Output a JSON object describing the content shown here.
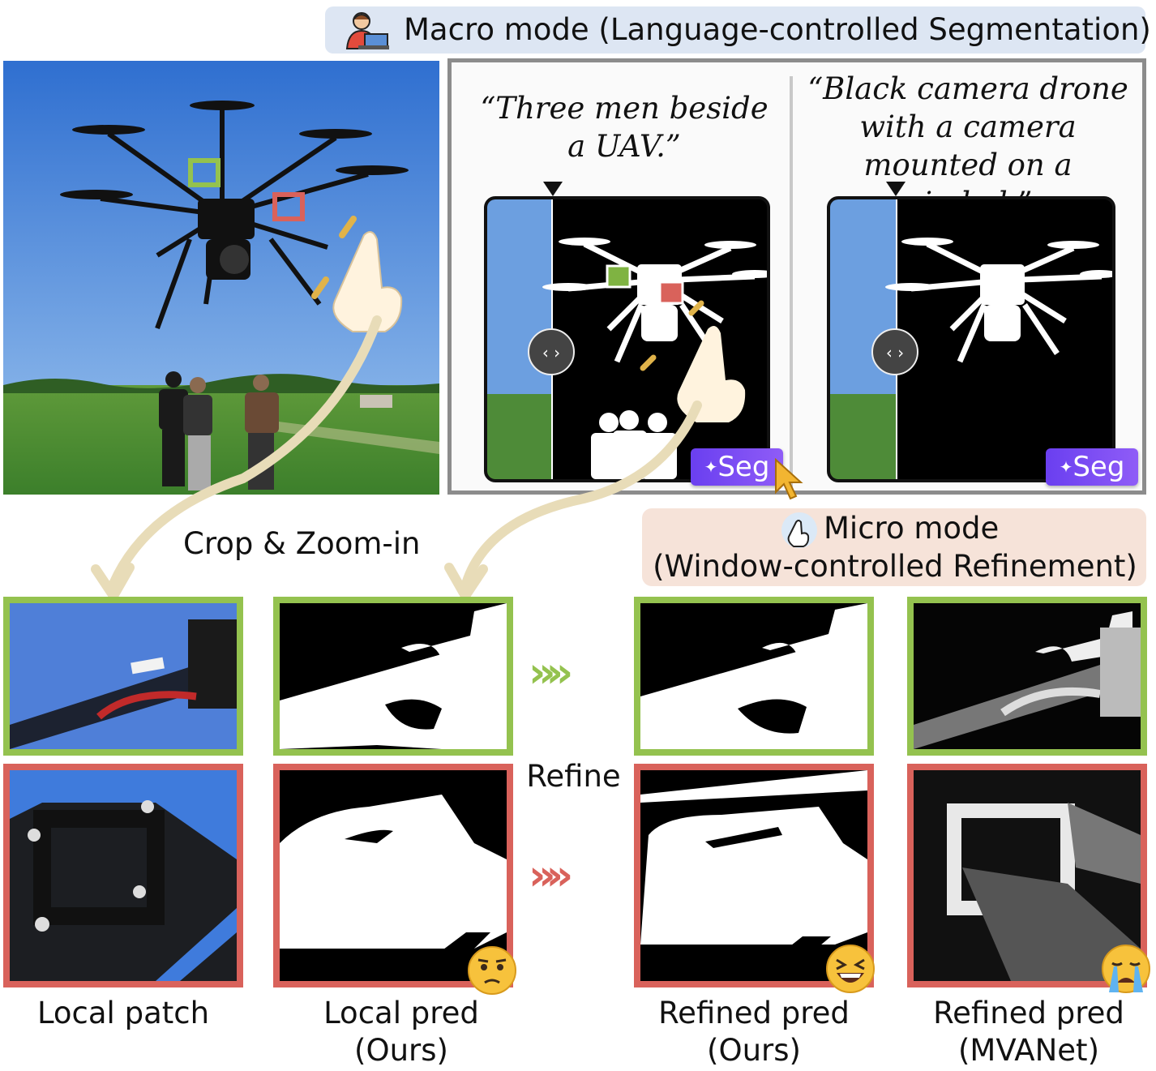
{
  "macro": {
    "title": "Macro mode (Language-controlled Segmentation)",
    "icon": "user-at-laptop-icon"
  },
  "prompts": {
    "left": "“Three men beside a UAV.”",
    "left_line1": "“Three men beside",
    "left_line2": "a UAV.”",
    "right_line1": "“Black camera drone",
    "right_line2": "with a camera",
    "right_line3": "mounted on a gimbal.”"
  },
  "seg_button": {
    "label": "Seg",
    "icon": "sparkle-icon"
  },
  "crop_label": "Crop & Zoom-in",
  "micro": {
    "line1": "Micro mode",
    "line2": "(Window-controlled Refinement)",
    "icon": "tap-hand-icon"
  },
  "refine_label": "Refine",
  "captions": {
    "local_patch": "Local patch",
    "local_pred_1": "Local pred",
    "local_pred_2": "(Ours)",
    "refined_ours_1": "Refined pred",
    "refined_ours_2": "(Ours)",
    "refined_mva_1": "Refined pred",
    "refined_mva_2": "(MVANet)"
  },
  "colors": {
    "green_box": "#94c24f",
    "red_box": "#d9625b",
    "seg_button": "#7a4cf3",
    "macro_banner": "#dde6f3",
    "micro_banner": "#f6e3d9",
    "arrow": "#e8dcb8"
  },
  "emojis": {
    "local_pred": "confused-face-icon",
    "refined_ours": "grinning-squinting-face-icon",
    "refined_mvanet": "loudly-crying-face-icon"
  }
}
